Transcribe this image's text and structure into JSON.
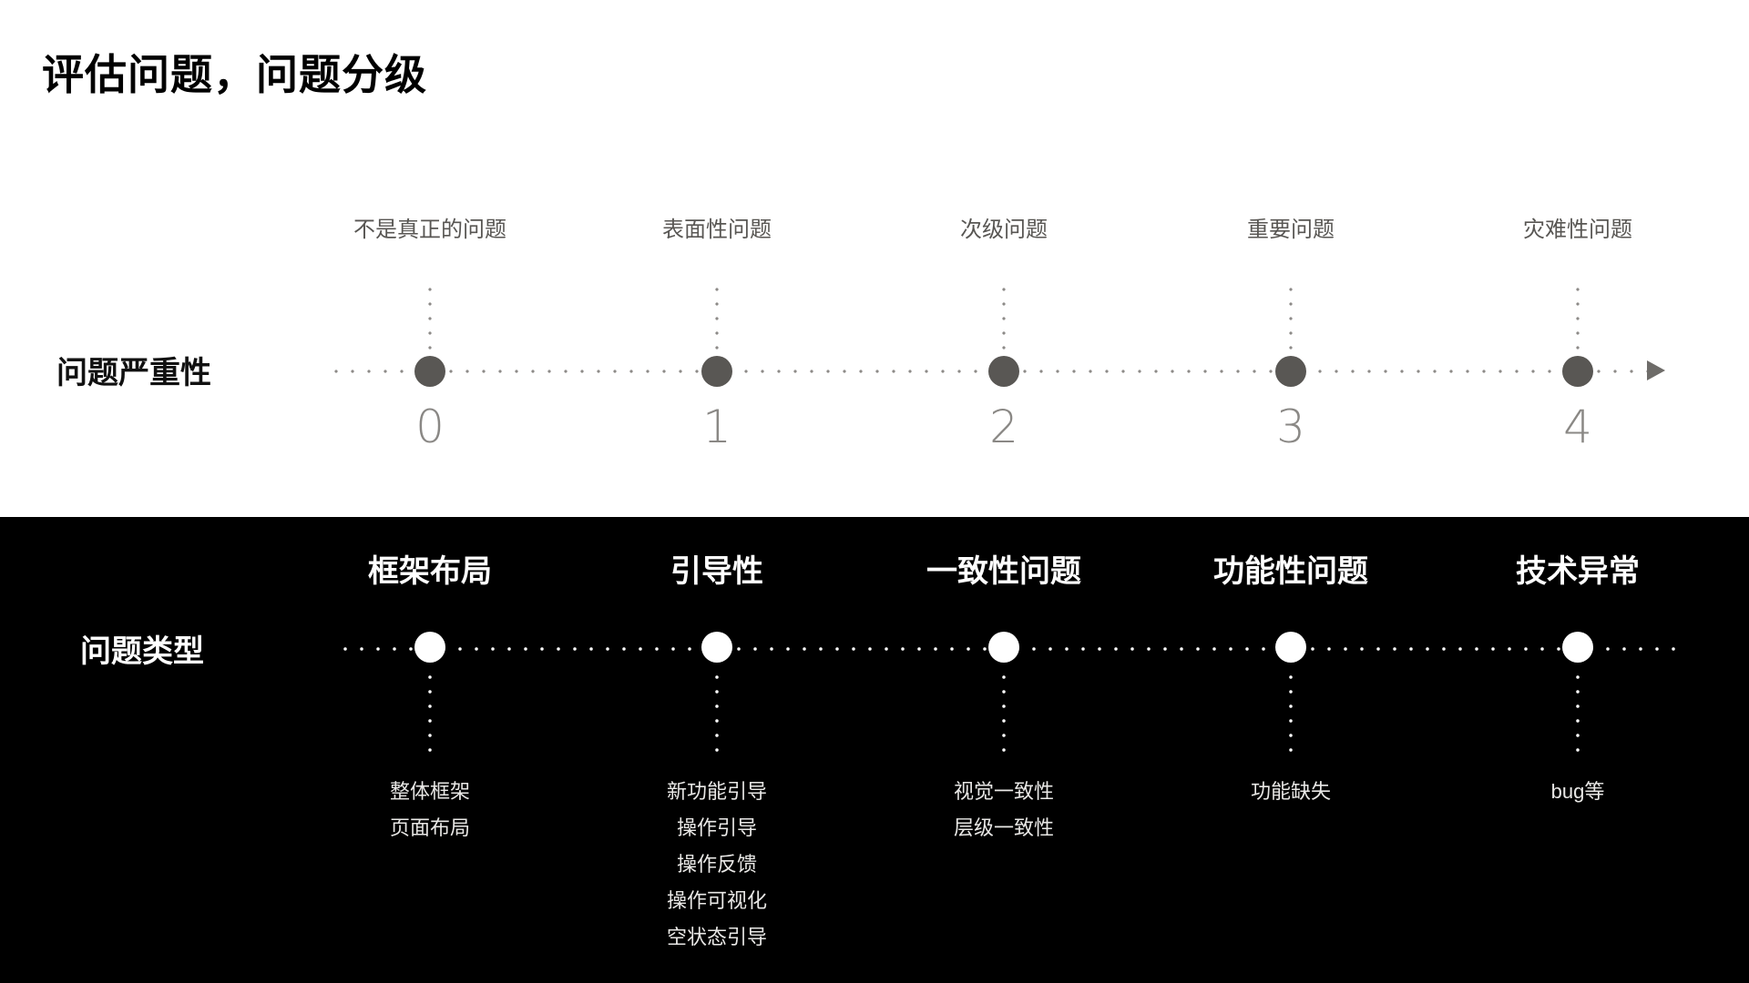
{
  "page": {
    "title": "评估问题，问题分级",
    "background_light": "#ffffff",
    "background_dark": "#000000",
    "dot_color_light": "#595754",
    "dot_color_dark": "#ffffff",
    "number_color": "#8a8885"
  },
  "severity": {
    "row_label": "问题严重性",
    "levels": [
      {
        "caption": "不是真正的问题",
        "number": "0"
      },
      {
        "caption": "表面性问题",
        "number": "1"
      },
      {
        "caption": "次级问题",
        "number": "2"
      },
      {
        "caption": "重要问题",
        "number": "3"
      },
      {
        "caption": "灾难性问题",
        "number": "4"
      }
    ]
  },
  "category": {
    "row_label": "问题类型",
    "groups": [
      {
        "caption": "框架布局",
        "items": [
          "整体框架",
          "页面布局"
        ]
      },
      {
        "caption": "引导性",
        "items": [
          "新功能引导",
          "操作引导",
          "操作反馈",
          "操作可视化",
          "空状态引导"
        ]
      },
      {
        "caption": "一致性问题",
        "items": [
          "视觉一致性",
          "层级一致性"
        ]
      },
      {
        "caption": "功能性问题",
        "items": [
          "功能缺失"
        ]
      },
      {
        "caption": "技术异常",
        "items": [
          "bug等"
        ]
      }
    ]
  },
  "chart_data": {
    "type": "scatter",
    "title": "评估问题，问题分级",
    "x": [
      0,
      1,
      2,
      3,
      4
    ],
    "tick_labels": [
      "0",
      "1",
      "2",
      "3",
      "4"
    ],
    "series": [
      {
        "name": "问题严重性",
        "categories": [
          "不是真正的问题",
          "表面性问题",
          "次级问题",
          "重要问题",
          "灾难性问题"
        ],
        "values": [
          0,
          1,
          2,
          3,
          4
        ]
      },
      {
        "name": "问题类型",
        "categories": [
          "框架布局",
          "引导性",
          "一致性问题",
          "功能性问题",
          "技术异常"
        ],
        "values": [
          0,
          1,
          2,
          3,
          4
        ]
      }
    ],
    "xlabel": "",
    "ylabel": "",
    "grid": false,
    "legend": "none"
  }
}
